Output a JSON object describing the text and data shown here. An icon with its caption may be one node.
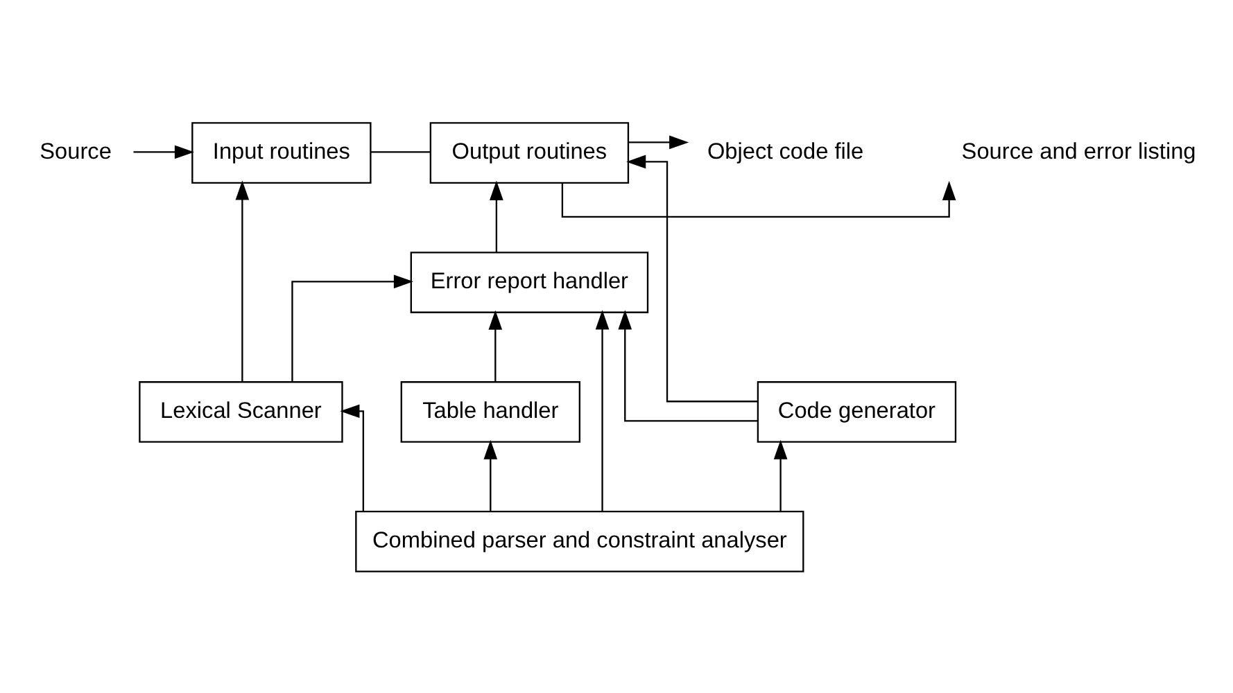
{
  "diagram": {
    "nodes": [
      {
        "text": [
          "Source"
        ]
      },
      {
        "text": [
          "Input routines"
        ]
      },
      {
        "text": [
          "Output routines"
        ]
      },
      {
        "text": [
          "Source and error listing"
        ]
      },
      {
        "text": [
          "Object code file"
        ]
      },
      {
        "text": [
          "Error report handler"
        ]
      },
      {
        "text": [
          "Lexical Scanner"
        ]
      },
      {
        "text": [
          "Table handler"
        ]
      },
      {
        "text": [
          "Code generator"
        ]
      },
      {
        "text": [
          "Combined parser and constraint analyser"
        ]
      }
    ],
    "edges": [
      {
        "from": 0,
        "to": 1,
        "arrow": "to"
      },
      {
        "from": 1,
        "to": 2,
        "arrow": "none"
      },
      {
        "from": 2,
        "to": 3,
        "arrow": "to"
      },
      {
        "from": 2,
        "to": 4,
        "arrow": "to"
      },
      {
        "from": 5,
        "to": 2,
        "arrow": "to"
      },
      {
        "from": 6,
        "to": 1,
        "arrow": "to"
      },
      {
        "from": 6,
        "to": 5,
        "arrow": "to"
      },
      {
        "from": 9,
        "to": 5,
        "arrow": "to"
      },
      {
        "from": 7,
        "to": 5,
        "arrow": "to"
      },
      {
        "from": 8,
        "to": 5,
        "arrow": "to"
      },
      {
        "from": 8,
        "to": 2,
        "arrow": "to"
      },
      {
        "from": 9,
        "to": 6,
        "arrow": "to"
      },
      {
        "from": 9,
        "to": 7,
        "arrow": "to"
      },
      {
        "from": 9,
        "to": 8,
        "arrow": "to"
      }
    ]
  }
}
